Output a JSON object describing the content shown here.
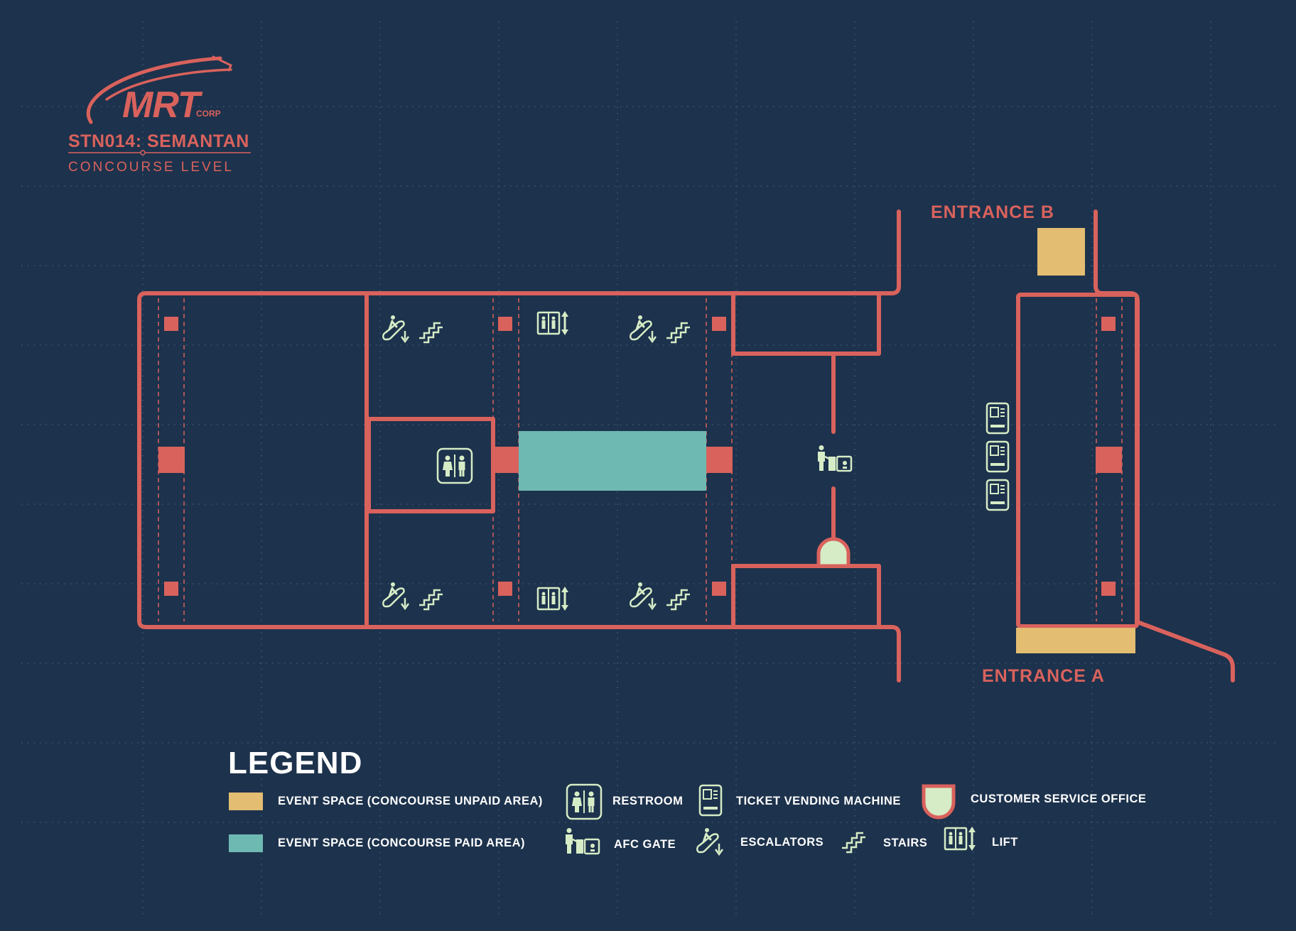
{
  "header": {
    "logo_text": "MRT",
    "logo_sub": "CORP",
    "station": "STN014: SEMANTAN",
    "level": "CONCOURSE LEVEL"
  },
  "entrances": {
    "b": "ENTRANCE B",
    "a": "ENTRANCE A"
  },
  "legend": {
    "title": "LEGEND",
    "unpaid": "EVENT SPACE (CONCOURSE UNPAID AREA)",
    "paid": "EVENT SPACE (CONCOURSE PAID AREA)",
    "restroom": "RESTROOM",
    "afc_gate": "AFC GATE",
    "tvm": "TICKET VENDING MACHINE",
    "escalators": "ESCALATORS",
    "stairs": "STAIRS",
    "lift": "LIFT",
    "cso": "CUSTOMER SERVICE OFFICE"
  },
  "colors": {
    "background": "#1d324c",
    "wall": "#d9625d",
    "unpaid_event_space": "#e2bd72",
    "paid_event_space": "#6fb9b3",
    "icon": "#d6ecc6",
    "text": "#ffffff"
  }
}
